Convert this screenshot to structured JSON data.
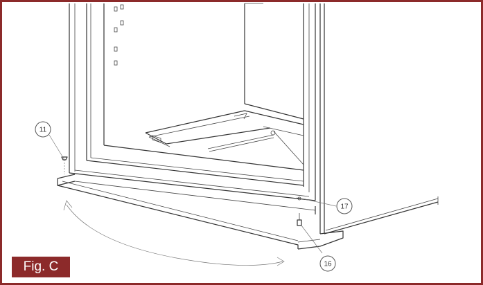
{
  "figure": {
    "label": "Fig. C",
    "accent_color": "#8c2a2a"
  },
  "callouts": [
    {
      "id": "callout-11",
      "number": "11",
      "part": "screw"
    },
    {
      "id": "callout-17",
      "number": "17",
      "part": "bracket"
    },
    {
      "id": "callout-16",
      "number": "16",
      "part": "bolt"
    }
  ],
  "rotation_arrow": {
    "icon": "curved-double-arrow-icon"
  }
}
